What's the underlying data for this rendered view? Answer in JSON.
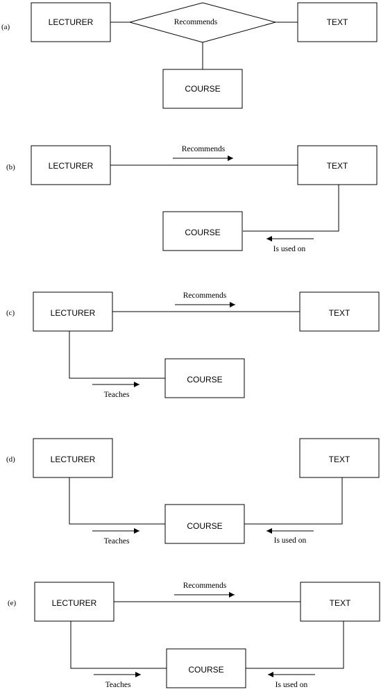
{
  "entities": {
    "lecturer": "LECTURER",
    "text": "TEXT",
    "course": "COURSE"
  },
  "relations": {
    "recommends": "Recommends",
    "used_on": "Is used on",
    "teaches": "Teaches"
  },
  "panels": [
    {
      "tag": "(a)"
    },
    {
      "tag": "(b)"
    },
    {
      "tag": "(c)"
    },
    {
      "tag": "(d)"
    },
    {
      "tag": "(e)"
    }
  ]
}
